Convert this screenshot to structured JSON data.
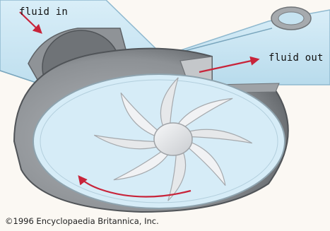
{
  "labels": {
    "fluid_in": "fluid in",
    "fluid_out": "fluid out"
  },
  "copyright": "©1996 Encyclopaedia Britannica, Inc.",
  "colors": {
    "background": "#fbf8f3",
    "pipe": "#c6e3f1",
    "pipe_edge": "#8fb9cf",
    "housing_dark": "#6f7377",
    "housing_mid": "#9ea2a6",
    "housing_light": "#c4c7ca",
    "chamber": "#d6ecf7",
    "impeller": "#eef0f2",
    "impeller_shadow": "#b9bcc0",
    "arrow": "#c8243a"
  },
  "impeller": {
    "vane_count": 8
  }
}
